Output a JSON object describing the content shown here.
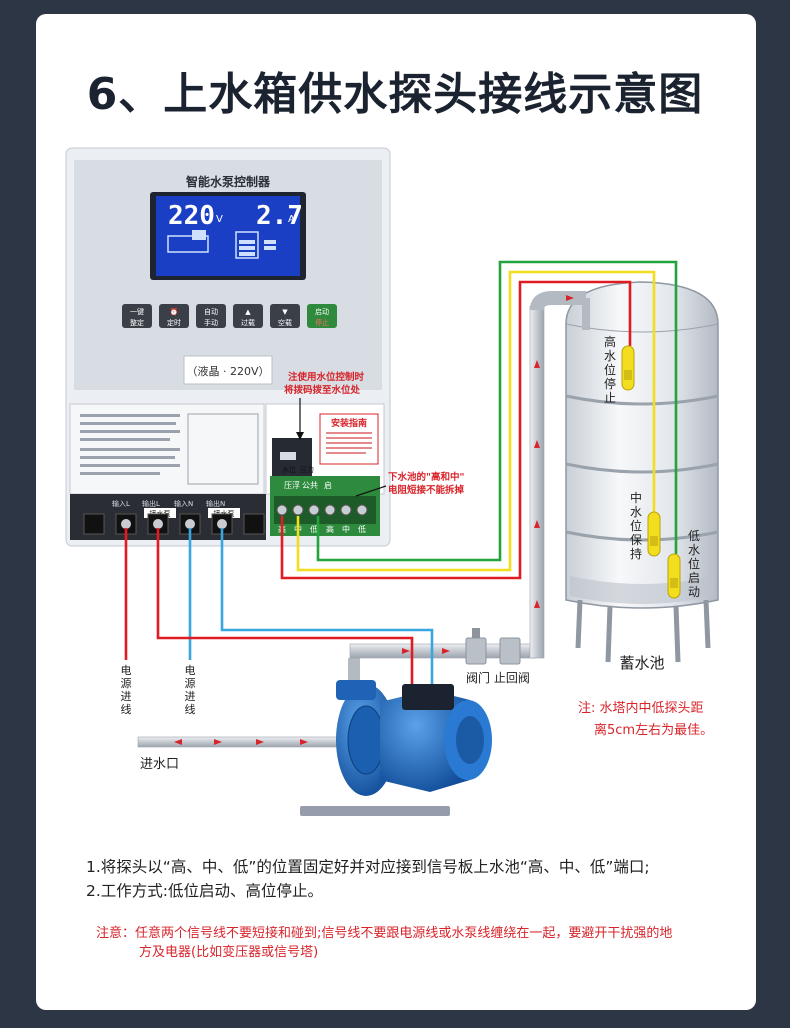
{
  "title": "6、上水箱供水探头接线示意图",
  "controller": {
    "name": "智能水泵控制器",
    "voltage": "220",
    "voltage_unit": "V",
    "current": "2.7",
    "current_unit": "A",
    "buttons": [
      {
        "l1": "一键",
        "l2": "整定"
      },
      {
        "l1": "⏰",
        "l2": "定时"
      },
      {
        "l1": "自动",
        "l2": "手动"
      },
      {
        "l1": "▲",
        "l2": "过载"
      },
      {
        "l1": "▼",
        "l2": "空载"
      },
      {
        "l1": "启动",
        "l2": "停止"
      }
    ],
    "model_label": "（液晶 · 220V）",
    "guide_title": "安装指南",
    "switch_labels": [
      "水位",
      "压力"
    ],
    "terminal_top": [
      "压浮",
      "公共",
      "启"
    ],
    "terminal_bottom": [
      "高",
      "中",
      "低",
      "高",
      "中",
      "低"
    ],
    "power_labels": [
      "输入L",
      "输出L",
      "输入N",
      "输出N"
    ],
    "pump_tags": [
      "接水泵",
      "接水泵"
    ]
  },
  "annotations": {
    "switch_note": [
      "注使用水位控制时",
      "将拨码拨至水位处"
    ],
    "short_note": [
      "下水池的\"高和中\"",
      "电阻短接不能拆掉"
    ],
    "power_in_1": [
      "电",
      "源",
      "进",
      "线"
    ],
    "power_in_2": [
      "电",
      "源",
      "进",
      "线"
    ],
    "inlet": "进水口",
    "valves": "阀门 止回阀",
    "tank": "蓄水池",
    "probe_high": [
      "高",
      "水",
      "位",
      "停",
      "止"
    ],
    "probe_mid": [
      "中",
      "水",
      "位",
      "保",
      "持"
    ],
    "probe_low": [
      "低",
      "水",
      "位",
      "启",
      "动"
    ],
    "tank_note": [
      "注: 水塔内中低探头距",
      "离5cm左右为最佳。"
    ]
  },
  "notes": [
    "1.将探头以“高、中、低”的位置固定好并对应接到信号板上水池“高、中、低”端口;",
    "2.工作方式:低位启动、高位停止。"
  ],
  "warning": [
    "注意：任意两个信号线不要短接和碰到;信号线不要跟电源线或水泵线缠绕在一起，要避开干扰强的地",
    "方及电器(比如变压器或信号塔)"
  ],
  "colors": {
    "red": "#e01b22",
    "yellow": "#f2dd1f",
    "green": "#23a33b",
    "blue": "#38a6e0",
    "pump": "#1f6fc4"
  }
}
